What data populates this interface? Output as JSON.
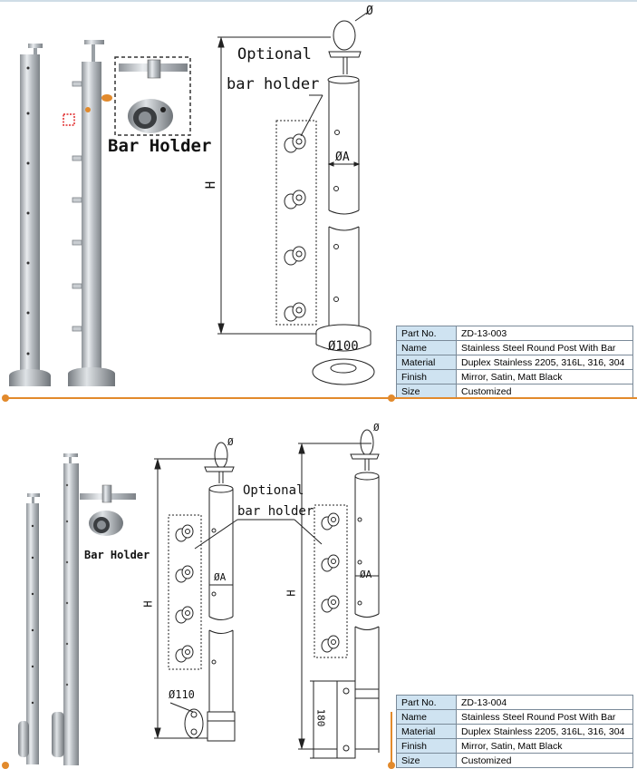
{
  "products": [
    {
      "holder_label": "Bar Holder",
      "drawing": {
        "diameter": "Ø",
        "optional_line1": "Optional",
        "optional_line2": "bar holder",
        "height": "H",
        "bore": "ØA",
        "base": "Ø100"
      },
      "specs": [
        {
          "key": "Part No.",
          "value": "ZD-13-003"
        },
        {
          "key": "Name",
          "value": "Stainless Steel Round Post  With Bar"
        },
        {
          "key": "Material",
          "value": "Duplex Stainless 2205, 316L, 316, 304"
        },
        {
          "key": "Finish",
          "value": "Mirror, Satin, Matt Black"
        },
        {
          "key": "Size",
          "value": "Customized"
        }
      ]
    },
    {
      "holder_label": "Bar Holder",
      "drawing": {
        "diameter_left": "Ø",
        "diameter_right": "Ø",
        "optional_line1": "Optional",
        "optional_line2": "bar holder",
        "height_left": "H",
        "height_right": "H",
        "bore_left": "ØA",
        "bore_right": "ØA",
        "base": "Ø110",
        "bracket": "180"
      },
      "specs": [
        {
          "key": "Part No.",
          "value": "ZD-13-004"
        },
        {
          "key": "Name",
          "value": "Stainless Steel Round Post  With Bar"
        },
        {
          "key": "Material",
          "value": "Duplex Stainless 2205, 316L, 316, 304"
        },
        {
          "key": "Finish",
          "value": "Mirror, Satin, Matt Black"
        },
        {
          "key": "Size",
          "value": "Customized"
        }
      ]
    }
  ],
  "colors": {
    "accent": "#e28a2c",
    "table_key_bg": "#cfe3f1",
    "table_border": "#7a8a99"
  }
}
